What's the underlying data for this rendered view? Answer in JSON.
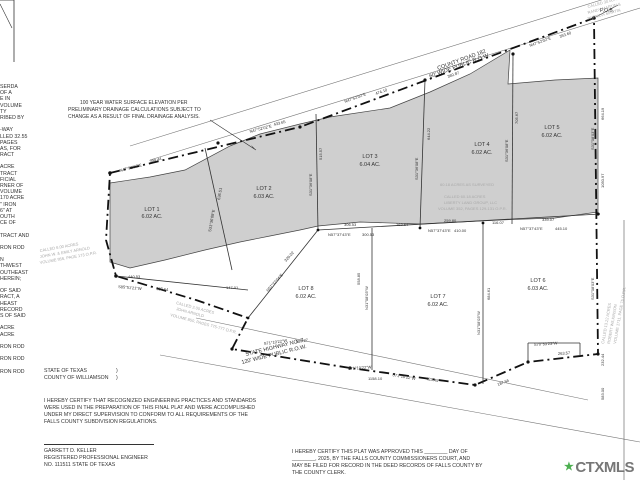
{
  "roads": {
    "county_road": [
      "COUNTY ROAD 182",
      "60' WIDE PUBLIC R.O.W."
    ],
    "highway": [
      "STATE HIGHWAY NO. 7",
      "120' WIDE PUBLIC R.O.W."
    ]
  },
  "pob": "P.O.B.",
  "lots": [
    {
      "name": "LOT 1",
      "area": "6.02 AC."
    },
    {
      "name": "LOT 2",
      "area": "6.03 AC."
    },
    {
      "name": "LOT 3",
      "area": "6.04 AC."
    },
    {
      "name": "LOT 4",
      "area": "6.02 AC."
    },
    {
      "name": "LOT 5",
      "area": "6.02 AC."
    },
    {
      "name": "LOT 6",
      "area": "6.03 AC."
    },
    {
      "name": "LOT 7",
      "area": "6.02 AC."
    },
    {
      "name": "LOT 8",
      "area": "6.02 AC."
    }
  ],
  "floodplain_note": [
    "100 YEAR WATER SURFACE ELEVATION PER",
    "PRELIMINARY DRAINAGE CALCULATIONS SUBJECT TO",
    "CHANGE AS A RESULT OF FINAL DRAINAGE ANALYSIS."
  ],
  "bearings": {
    "b1": "N47°52'02\"E",
    "b2": "N47°52'02\"E",
    "b3": "N47°52'02\"E",
    "b4": "N47°52'02\"E",
    "b5": "N57°37'43\"E",
    "b6": "N57°37'43\"E",
    "b7": "N57°37'43\"E",
    "b8": "N57°37'04\"E",
    "b9": "S71°10'22\"W",
    "b10": "S71°10'22\"W",
    "b11": "S85°51'21\"W",
    "b12": "S31°36'08\"E",
    "b13": "S31°36'08\"E",
    "b14": "S31°36'08\"E",
    "b15": "S31°36'08\"E",
    "b16": "N31°08'03\"W",
    "b17": "N31°08'03\"W",
    "b18": "S31°08'03\"E",
    "b19": "S70°53'23\"W",
    "b20": "S71°10'22\"W"
  },
  "distances": {
    "d1": "399.44",
    "d2": "433.65",
    "d3": "474.10",
    "d4": "360.87",
    "d5": "353.60",
    "d6": "636.51",
    "d7": "515.57",
    "d8": "644.22",
    "d9": "705.67",
    "d10": "664.19",
    "d11": "1050.97",
    "d12": "306.53",
    "d13": "300.53",
    "d14": "163.64",
    "d15": "259.80",
    "d16": "410.00",
    "d17": "116.07",
    "d18": "339.07",
    "d19": "445.10",
    "d20": "329.02",
    "d21": "440.53",
    "d22": "587.64",
    "d23": "147.01",
    "d24": "589.27",
    "d25": "1158.10",
    "d26": "423.45",
    "d27": "187.56",
    "d28": "263.57",
    "d29": "232.44",
    "d30": "583.00",
    "d31": "684.61",
    "d32": "558.85"
  },
  "adjoiner_notes": {
    "top": [
      "CALLED 30.00 ACRES",
      "RANDY MARTIN &",
      "PATRICIA MARTIN"
    ],
    "center": [
      "CALLED 60.18 ACRES",
      "LIBERTY LAND GROUP, LLC",
      "VOLUME 352, PAGES 129-131 O.P.R."
    ],
    "center2": "60.18 ACRES AS SURVEYED",
    "left": [
      "CALLED 6.00 ACRES",
      "JOHN W. & EMILY ARNOLD",
      "VOLUME 956, PAGE 173 O.P.R."
    ],
    "lower_left": [
      "CALLED 2.00 ACRES",
      "JOHN ARNOLD",
      "VOLUME 850, PAGES 775-777 O.P.R."
    ],
    "right": [
      "CALLED 13.22 ACRES",
      "ROBERT WILKINSON",
      "VOLUME 1711, PAGE 75 O.P.R."
    ]
  },
  "left_column": [
    "SERDA",
    "OF A",
    "E IN",
    "VOLUME",
    "TY",
    "RIBED BY",
    "",
    "-WAY",
    "LLED 32.55",
    "PAGES",
    "AS, FOR",
    "RACT",
    "",
    "ACRE",
    "TRACT",
    "FICIAL",
    "RNER OF",
    "VOLUME",
    "170 ACRE",
    "\" IRON",
    "6\" AT",
    "OUTH",
    "CE OF",
    "",
    "TRACT AND",
    "",
    "RON ROD",
    "",
    "N",
    "THWEST",
    "OUTHEAST",
    "HEREIN;",
    "",
    "OF SAID",
    "RACT, A",
    "HEAST",
    "RECORD",
    "S OF SAID",
    "",
    "ACRE",
    "ACRE",
    "",
    "RON ROD",
    "",
    "RON ROD",
    "",
    "RON ROD"
  ],
  "state_block": {
    "state": "STATE OF TEXAS",
    "county": "COUNTY OF WILLIAMSON"
  },
  "certification": [
    "I HEREBY CERTIFY THAT RECOGNIZED ENGINEERING PRACTICES AND STANDARDS",
    "WERE USED IN THE PREPARATION OF THIS FINAL PLAT AND WERE ACCOMPLISHED",
    "UNDER MY DIRECT SUPERVISION TO CONFORM TO ALL REQUIREMENTS OF THE",
    "FALLS COUNTY SUBDIVISION REGULATIONS."
  ],
  "engineer": [
    "GARRETT D. KELLER",
    "REGISTERED PROFESSIONAL ENGINEER",
    "NO. 111511 STATE OF TEXAS"
  ],
  "approval": [
    "I HEREBY CERTIFY THIS PLAT WAS APPROVED THIS ________ DAY OF",
    "________, 2025, BY THE FALLS COUNTY COMMISSIONERS COURT, AND",
    "MAY BE FILED FOR RECORD IN THE DEED RECORDS OF FALLS COUNTY BY",
    "THE COUNTY CLERK."
  ],
  "logo": "CTXMLS"
}
